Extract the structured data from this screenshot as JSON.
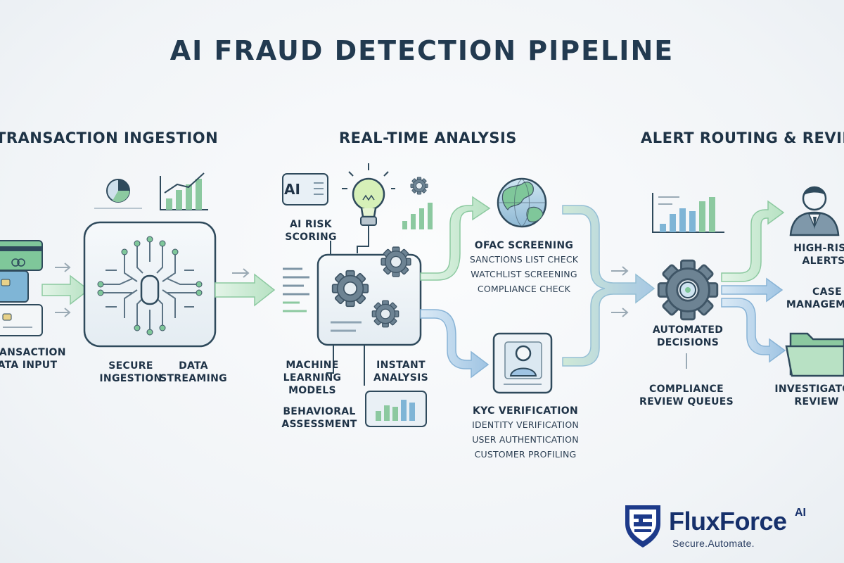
{
  "title": "AI FRAUD DETECTION PIPELINE",
  "sections": {
    "ingestion": "TRANSACTION INGESTION",
    "analysis": "REAL-TIME ANALYSIS",
    "routing": "ALERT ROUTING & REVIEW"
  },
  "ingestion": {
    "data_input": [
      "TRANSACTION",
      "DATA INPUT"
    ],
    "secure_ingestion": [
      "SECURE",
      "INGESTION"
    ],
    "data_streaming": [
      "DATA",
      "STREAMING"
    ]
  },
  "analysis": {
    "ai_badge": "AI",
    "ai_risk_scoring": [
      "AI RISK",
      "SCORING"
    ],
    "ml_models": [
      "MACHINE",
      "LEARNING",
      "MODELS"
    ],
    "instant_analysis": [
      "INSTANT",
      "ANALYSIS"
    ],
    "behavioral": [
      "BEHAVIORAL",
      "ASSESSMENT"
    ],
    "ofac": {
      "title": "OFAC SCREENING",
      "items": [
        "SANCTIONS LIST CHECK",
        "WATCHLIST SCREENING",
        "COMPLIANCE CHECK"
      ]
    },
    "kyc": {
      "title": "KYC VERIFICATION",
      "items": [
        "IDENTITY VERIFICATION",
        "USER AUTHENTICATION",
        "CUSTOMER PROFILING"
      ]
    }
  },
  "routing": {
    "automated": [
      "AUTOMATED",
      "DECISIONS"
    ],
    "compliance": [
      "COMPLIANCE",
      "REVIEW QUEUES"
    ],
    "high_risk": [
      "HIGH-RISK",
      "ALERTS"
    ],
    "case": [
      "CASE",
      "MANAGEMENT"
    ],
    "investigator": [
      "INVESTIGATOR",
      "REVIEW"
    ]
  },
  "logo": {
    "name": "FluxForce",
    "suffix": "AI",
    "tagline": "Secure.Automate."
  },
  "colors": {
    "navy": "#1f3347",
    "green_arrow": "#bfe6c9",
    "blue_arrow": "#a9cbe6",
    "gear": "#5f7686",
    "accent_green": "#6cc191",
    "logo_blue": "#16306b"
  },
  "icons": [
    "credit-card-icon",
    "microchip-icon",
    "lightbulb-icon",
    "gear-icon",
    "globe-icon",
    "user-id-icon",
    "businessman-icon",
    "folder-icon",
    "shield-logo-icon"
  ]
}
